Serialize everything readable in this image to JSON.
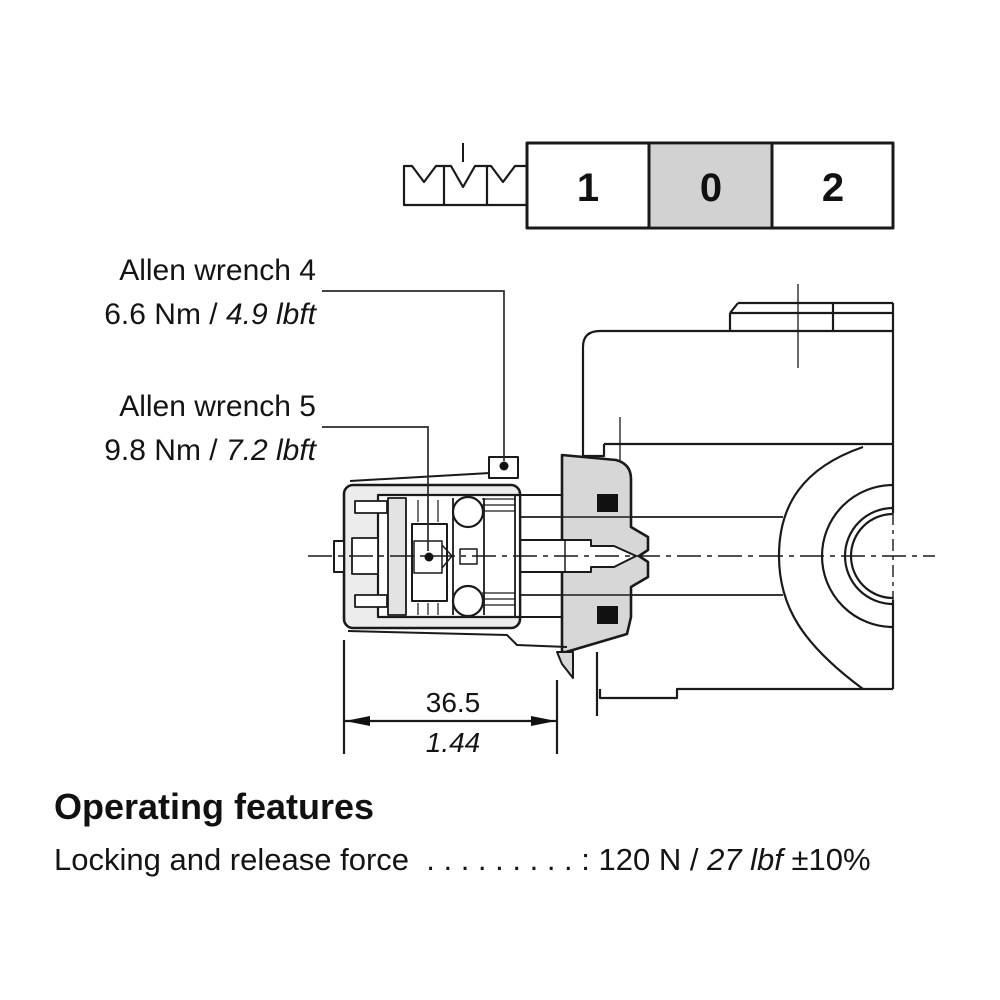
{
  "document": {
    "type": "technical-datasheet-figure",
    "subject": "Detent (locking) mechanism cross-section on a directional valve"
  },
  "schematic": {
    "selected_position": "0",
    "cells": [
      {
        "label": "1",
        "highlighted": false
      },
      {
        "label": "0",
        "highlighted": true
      },
      {
        "label": "2",
        "highlighted": false
      }
    ]
  },
  "callouts": {
    "allen4": {
      "tool": "Allen wrench 4",
      "torque_metric": "6.6 Nm / ",
      "torque_imperial": "4.9 lbft"
    },
    "allen5": {
      "tool": "Allen wrench 5",
      "torque_metric": "9.8 Nm / ",
      "torque_imperial": "7.2 lbft"
    }
  },
  "dimension": {
    "millimeters": "36.5",
    "inches": "1.44"
  },
  "features": {
    "title": "Operating features",
    "items": [
      {
        "label": "Locking and release force",
        "dots": "  . . . . . . . . . ",
        "value": ": 120 N / ",
        "value_italic": "27 lbf",
        "tolerance": " ±10%"
      }
    ]
  },
  "colors": {
    "line": "#1a1a1a",
    "highlight_cell": "#d2d2d2",
    "housing_fill": "#ececec",
    "flange_fill": "#d7d7d7",
    "seal_fill": "#111111"
  }
}
